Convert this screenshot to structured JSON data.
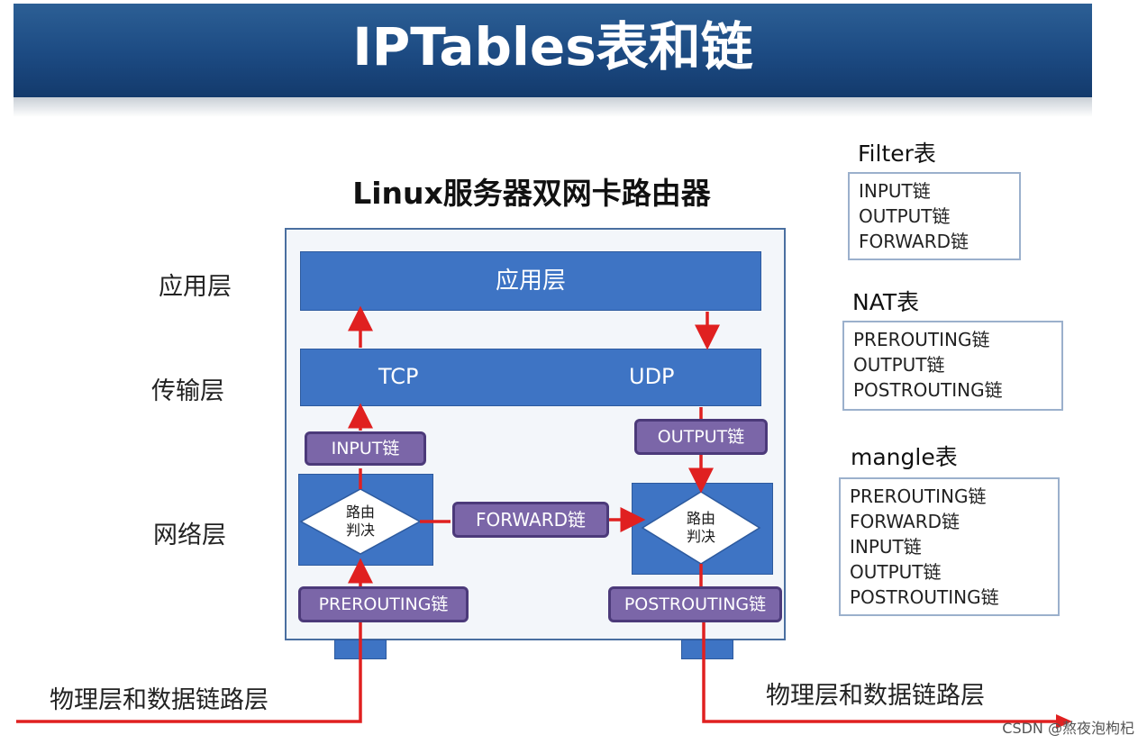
{
  "title": "IPTables表和链",
  "subtitle": "Linux服务器双网卡路由器",
  "layers": {
    "application": "应用层",
    "transport": "传输层",
    "network": "网络层",
    "physical_left": "物理层和数据链路层",
    "physical_right": "物理层和数据链路层"
  },
  "diagram": {
    "app_bar": "应用层",
    "tcp": "TCP",
    "udp": "UDP",
    "input_chain": "INPUT链",
    "output_chain": "OUTPUT链",
    "forward_chain": "FORWARD链",
    "prerouting_chain": "PREROUTING链",
    "postrouting_chain": "POSTROUTING链",
    "route_decision_line1": "路由",
    "route_decision_line2": "判决"
  },
  "tables": [
    {
      "title": "Filter表",
      "chains": [
        "INPUT链",
        "OUTPUT链",
        "FORWARD链"
      ]
    },
    {
      "title": "NAT表",
      "chains": [
        "PREROUTING链",
        "OUTPUT链",
        "POSTROUTING链"
      ]
    },
    {
      "title": "mangle表",
      "chains": [
        "PREROUTING链",
        "FORWARD链",
        "INPUT链",
        "OUTPUT链",
        "POSTROUTING链"
      ]
    }
  ],
  "watermark": "CSDN @熬夜泡枸杞",
  "colors": {
    "banner": "#1c4a82",
    "layer_bar": "#3e74c4",
    "chain_fill": "#7b66a8",
    "chain_border": "#4c3a7a",
    "arrow": "#e02020"
  }
}
